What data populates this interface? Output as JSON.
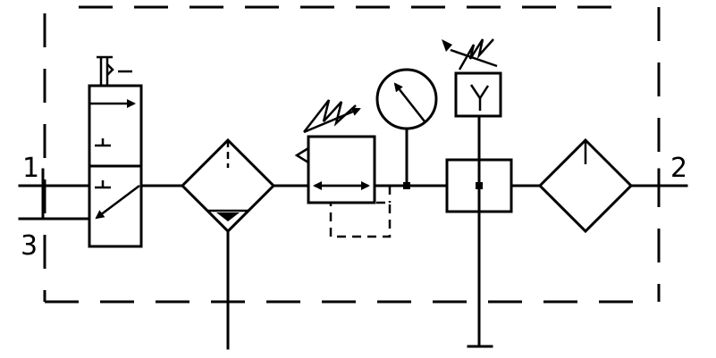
{
  "ports": {
    "inlet": "1",
    "outlet": "2",
    "exhaust": "3"
  },
  "colors": {
    "line": "#000000",
    "background": "#ffffff"
  }
}
